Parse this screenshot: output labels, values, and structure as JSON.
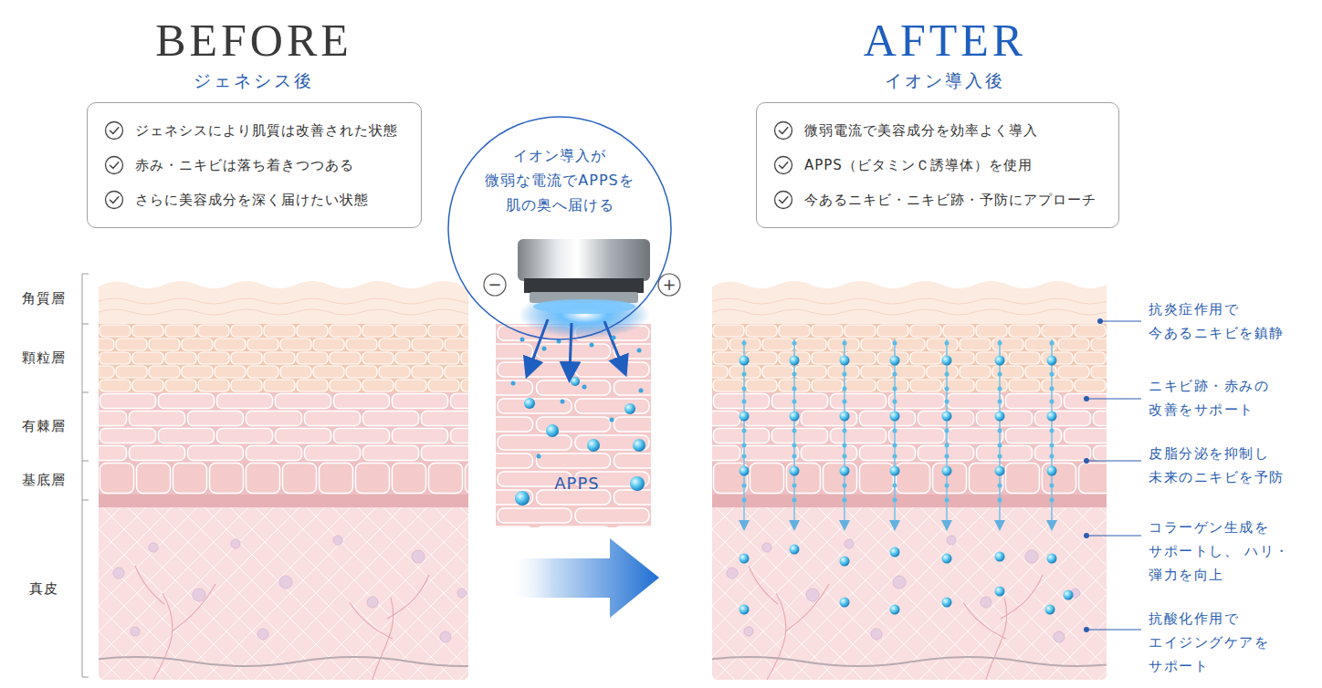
{
  "diagram": {
    "nodes": [
      {
        "text": [
          "ジェネシスにより肌質は改善された状態",
          "赤み・ニキビは落ち着きつつある",
          "さらに美容成分を深く届けたい状態"
        ]
      },
      {
        "text": [
          "イオン導入が 微弱な電流でAPPSを 肌の奥へ届ける"
        ]
      },
      {
        "text": [
          "微弱電流で美容成分を効率よく導入",
          "APPS（ビタミンＣ誘導体）を使用",
          "今あるニキビ・ニキビ跡・予防にアプローチ"
        ]
      }
    ],
    "labels": [
      "BEFORE",
      "ジェネシス後",
      "AFTER",
      "イオン導入後",
      "−",
      "+",
      "APPS",
      "角質層",
      "顆粒層",
      "有棘層",
      "基底層",
      "真皮",
      "抗炎症作用で 今あるニキビを鎮静",
      "ニキビ跡・赤みの 改善をサポート",
      "皮脂分泌を抑制し 未来のニキビを予防",
      "コラーゲン生成を サポートし、 ハリ・弾力を向上",
      "抗酸化作用で エイジングケアを サポート"
    ]
  }
}
